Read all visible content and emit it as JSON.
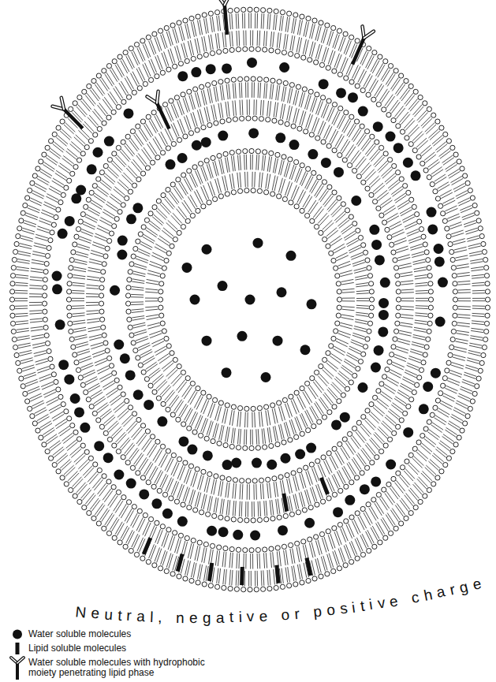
{
  "diagram": {
    "labels": [
      "Neutral, negative or positive charge"
    ],
    "legend": [
      {
        "text": "Water soluble molecules"
      },
      {
        "text": "Lipid soluble molecules"
      },
      {
        "text": "Water soluble molecules with hydrophobic moiety penetrating lipid phase"
      }
    ]
  }
}
